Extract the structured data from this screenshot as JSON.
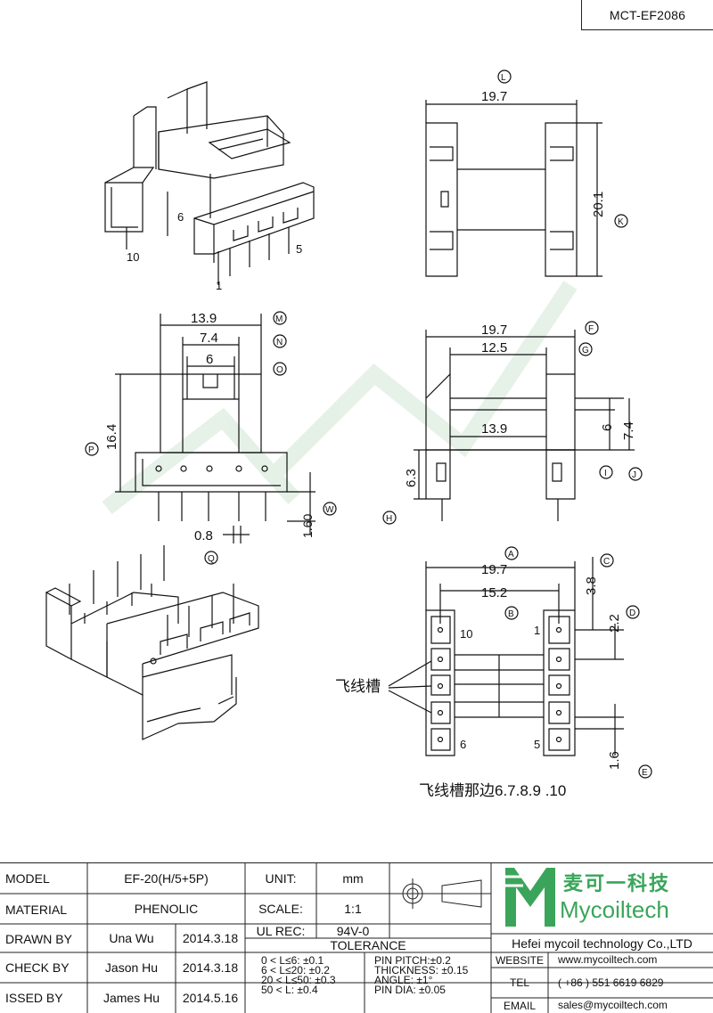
{
  "drawing_code": "MCT-EF2086",
  "letters": {
    "L": "L",
    "K": "K",
    "M": "M",
    "N": "N",
    "O": "O",
    "P": "P",
    "W": "W",
    "Q": "Q",
    "F": "F",
    "G": "G",
    "H": "H",
    "I": "I",
    "J": "J",
    "A": "A",
    "B": "B",
    "C": "C",
    "D": "D",
    "E": "E"
  },
  "dims": {
    "L": "19.7",
    "K": "20.1",
    "M": "13.9",
    "N": "7.4",
    "O": "6",
    "P": "16.4",
    "W": "1.60",
    "Q": "0.8",
    "F": "19.7",
    "G": "12.5",
    "side_13_9": "13.9",
    "side_6": "6",
    "side_7_4": "7.4",
    "H": "6.3",
    "A": "19.7",
    "B": "15.2",
    "C": "3.8",
    "D": "2.2",
    "E": "1.6"
  },
  "pins": {
    "p10": "10",
    "p6": "6",
    "p1": "1",
    "p5": "5"
  },
  "notes": {
    "slot": "飞线槽",
    "slot_side": "飞线槽那边6.7.8.9 .10"
  },
  "title_block": {
    "model_label": "MODEL",
    "model_value": "EF-20(H/5+5P)",
    "material_label": "MATERIAL",
    "material_value": "PHENOLIC",
    "drawn_label": "DRAWN BY",
    "drawn_name": "Una Wu",
    "drawn_date": "2014.3.18",
    "check_label": "CHECK BY",
    "check_name": "Jason Hu",
    "check_date": "2014.3.18",
    "issued_label": "ISSED BY",
    "issued_name": "James Hu",
    "issued_date": "2014.5.16",
    "unit_label": "UNIT:",
    "unit_value": "mm",
    "scale_label": "SCALE:",
    "scale_value": "1:1",
    "ulrec_label": "UL REC:",
    "ulrec_value": "94V-0",
    "tolerance_label": "TOLERANCE",
    "tol": [
      "0 < L≤6: ±0.1",
      "6 < L≤20: ±0.2",
      "20 < L≤50: ±0.3",
      "50 < L: ±0.4"
    ],
    "pin_tol": [
      "PIN PITCH:±0.2",
      "THICKNESS: ±0.15",
      "ANGLE: ±1°",
      "PIN DIA: ±0.05"
    ],
    "logo_cn": "麦可一科技",
    "logo_en": "Mycoiltech",
    "company": "Hefei mycoil technology Co.,LTD",
    "website_label": "WEBSITE",
    "website": "www.mycoiltech.com",
    "tel_label": "TEL",
    "tel": "( +86 ) 551 6619 6829",
    "email_label": "EMAIL",
    "email": "sales@mycoiltech.com"
  },
  "colors": {
    "line": "#111111",
    "logo_green": "#3aa55a",
    "watermark": "#e7f3e9"
  }
}
